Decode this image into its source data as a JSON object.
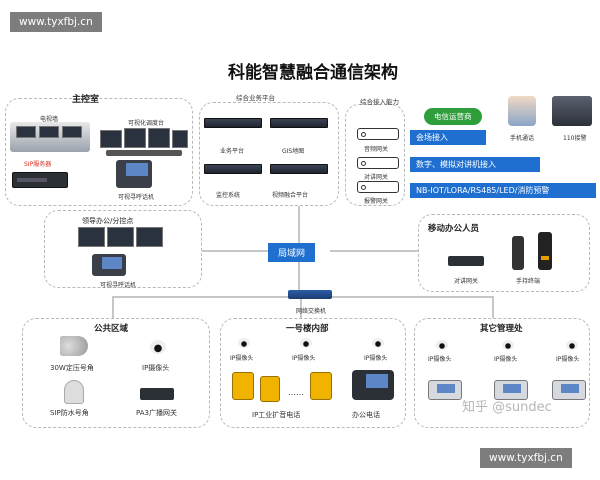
{
  "watermark_top": "www.tyxfbj.cn",
  "watermark_bottom": "www.tyxfbj.cn",
  "title": "科能智慧融合通信架构",
  "zhihu_mark": "知乎 @sundec",
  "main_room": {
    "heading": "主控室",
    "tv_wall": "电视墙",
    "dispatch_desk": "可视化调度台",
    "sip_server": "SIP服务器",
    "intercom": "可视寻呼话机"
  },
  "platform": {
    "heading": "综合业务平台",
    "business": "业务平台",
    "gis": "GIS地图",
    "monitor": "监控系统",
    "video": "视频融合平台"
  },
  "access": {
    "heading": "综合接入能力",
    "operator_label": "电信运营商",
    "phone_label": "手机通话",
    "alarm_label": "110接警",
    "audio_gw": "音频网关",
    "intercom_gw": "对讲网关",
    "alarm_gw": "报警网关",
    "bar1": "会场接入",
    "bar2": "数字、模拟对讲机接入",
    "bar3": "NB-IOT/LORA/RS485/LED/消防预警"
  },
  "leader": {
    "heading": "领导办公/分控点",
    "phone": "可视寻呼话机"
  },
  "lan": "局域网",
  "mobile": {
    "heading": "移动办公人员",
    "gateway": "对讲网关",
    "terminal": "手持终端"
  },
  "switch_label": "网络交换机",
  "public": {
    "heading": "公共区域",
    "horn": "30W定压号角",
    "camera": "IP摄像头",
    "sip_horn": "SIP防水号角",
    "pa3": "PA3广播网关"
  },
  "building": {
    "heading": "一号楼内部",
    "cam1": "IP摄像头",
    "cam2": "IP摄像头",
    "cam3": "IP摄像头",
    "ellipsis": "……",
    "industrial": "IP工业扩音电话",
    "office": "办公电话"
  },
  "others": {
    "heading": "其它管理处",
    "cam1": "IP摄像头",
    "cam2": "IP摄像头",
    "cam3": "IP摄像头"
  },
  "colors": {
    "accent_blue": "#1e6fd0",
    "operator_green": "#2e9e3a",
    "sip_red": "#d9301f"
  }
}
